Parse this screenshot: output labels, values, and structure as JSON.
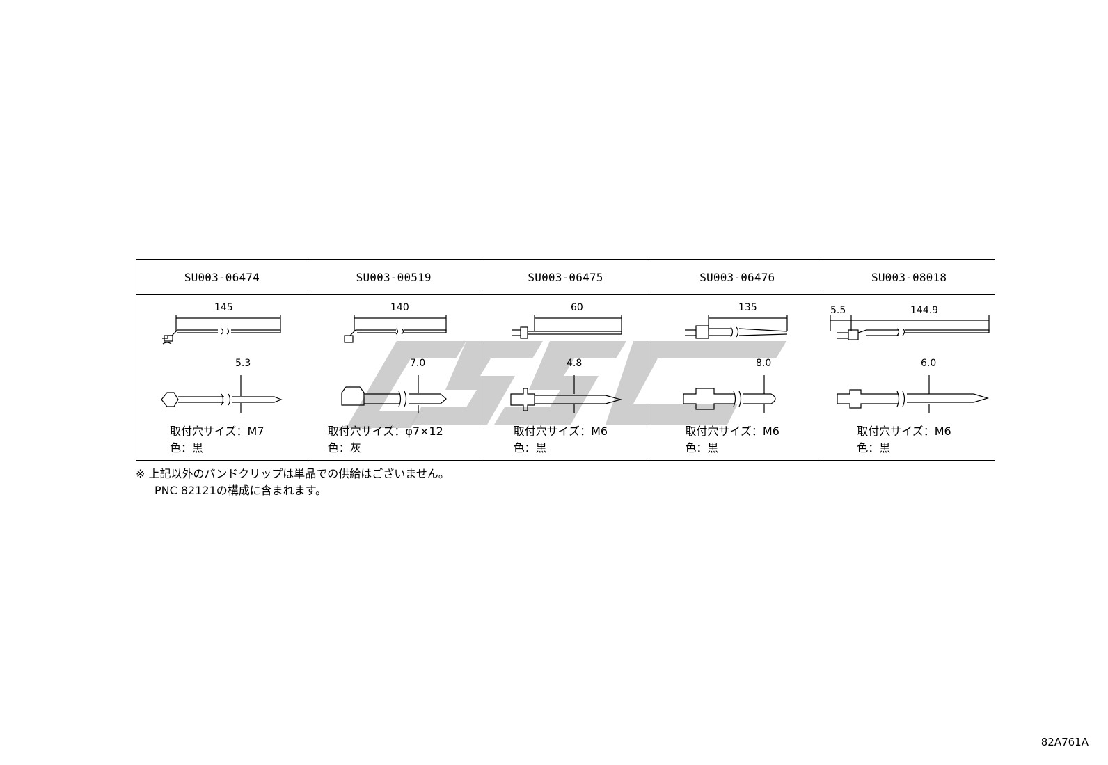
{
  "parts": [
    {
      "part_no": "SU003-06474",
      "length": "145",
      "width": "5.3",
      "hole_label": "取付穴サイズ：",
      "hole_value": "M7",
      "color_label": "色：",
      "color_value": "黒"
    },
    {
      "part_no": "SU003-00519",
      "length": "140",
      "width": "7.0",
      "hole_label": "取付穴サイズ：",
      "hole_value": "φ7×12",
      "color_label": "色：",
      "color_value": "灰"
    },
    {
      "part_no": "SU003-06475",
      "length": "60",
      "width": "4.8",
      "hole_label": "取付穴サイズ：",
      "hole_value": "M6",
      "color_label": "色：",
      "color_value": "黒"
    },
    {
      "part_no": "SU003-06476",
      "length": "135",
      "width": "8.0",
      "hole_label": "取付穴サイズ：",
      "hole_value": "M6",
      "color_label": "色：",
      "color_value": "黒"
    },
    {
      "part_no": "SU003-08018",
      "offset": "5.5",
      "length": "144.9",
      "width": "6.0",
      "hole_label": "取付穴サイズ：",
      "hole_value": "M6",
      "color_label": "色：",
      "color_value": "黒"
    }
  ],
  "note": {
    "line1": "※ 上記以外のバンドクリップは単品での供給はございません。",
    "line2": "PNC 82121の構成に含まれます。"
  },
  "figure_code": "82A761A",
  "colors": {
    "line": "#000000",
    "watermark": "#c8c8c8",
    "background": "#ffffff"
  }
}
